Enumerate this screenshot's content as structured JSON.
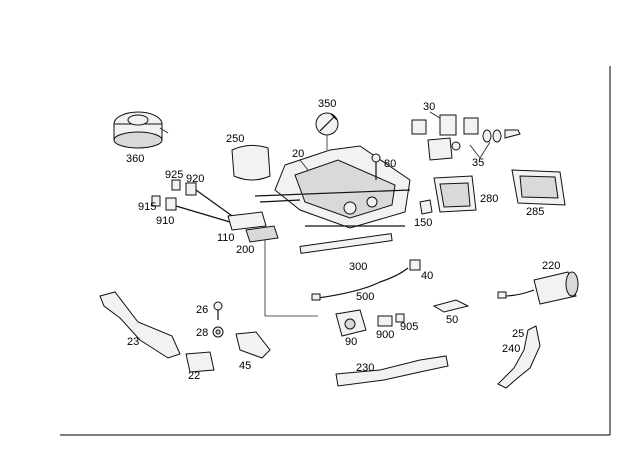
{
  "parts": {
    "p360": "360",
    "p350": "350",
    "p30": "30",
    "p250": "250",
    "p20": "20",
    "p80": "80",
    "p35": "35",
    "p925": "925",
    "p920": "920",
    "p915": "915",
    "p910": "910",
    "p280": "280",
    "p285": "285",
    "p150": "150",
    "p110": "110",
    "p200": "200",
    "p300": "300",
    "p40": "40",
    "p220": "220",
    "p500": "500",
    "p26": "26",
    "p28": "28",
    "p23": "23",
    "p905": "905",
    "p50": "50",
    "p900": "900",
    "p25": "25",
    "p90": "90",
    "p240": "240",
    "p45": "45",
    "p22": "22",
    "p230": "230"
  }
}
